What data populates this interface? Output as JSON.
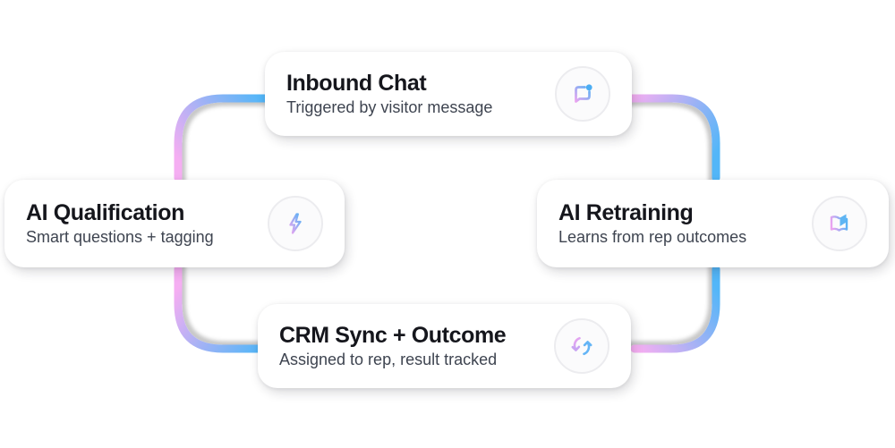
{
  "diagram": {
    "cards": [
      {
        "id": "inbound-chat",
        "title": "Inbound Chat",
        "subtitle": "Triggered by visitor message",
        "icon": "chat-bubble-icon"
      },
      {
        "id": "ai-qualification",
        "title": "AI Qualification",
        "subtitle": "Smart questions + tagging",
        "icon": "lightning-bolt-icon"
      },
      {
        "id": "ai-retraining",
        "title": "AI Retraining",
        "subtitle": "Learns from rep outcomes",
        "icon": "open-book-icon"
      },
      {
        "id": "crm-sync-outcome",
        "title": "CRM Sync + Outcome",
        "subtitle": "Assigned to rep, result tracked",
        "icon": "sync-arrows-icon"
      }
    ],
    "colors": {
      "connector_pink": "#f5aef2",
      "connector_blue": "#53b6f8",
      "card_background": "#ffffff",
      "title_text": "#15161c",
      "subtitle_text": "#3e4450",
      "icon_circle_background": "#fbfbfc",
      "icon_circle_border": "#ececef",
      "chat_dot_blue": "#4badf3"
    }
  }
}
